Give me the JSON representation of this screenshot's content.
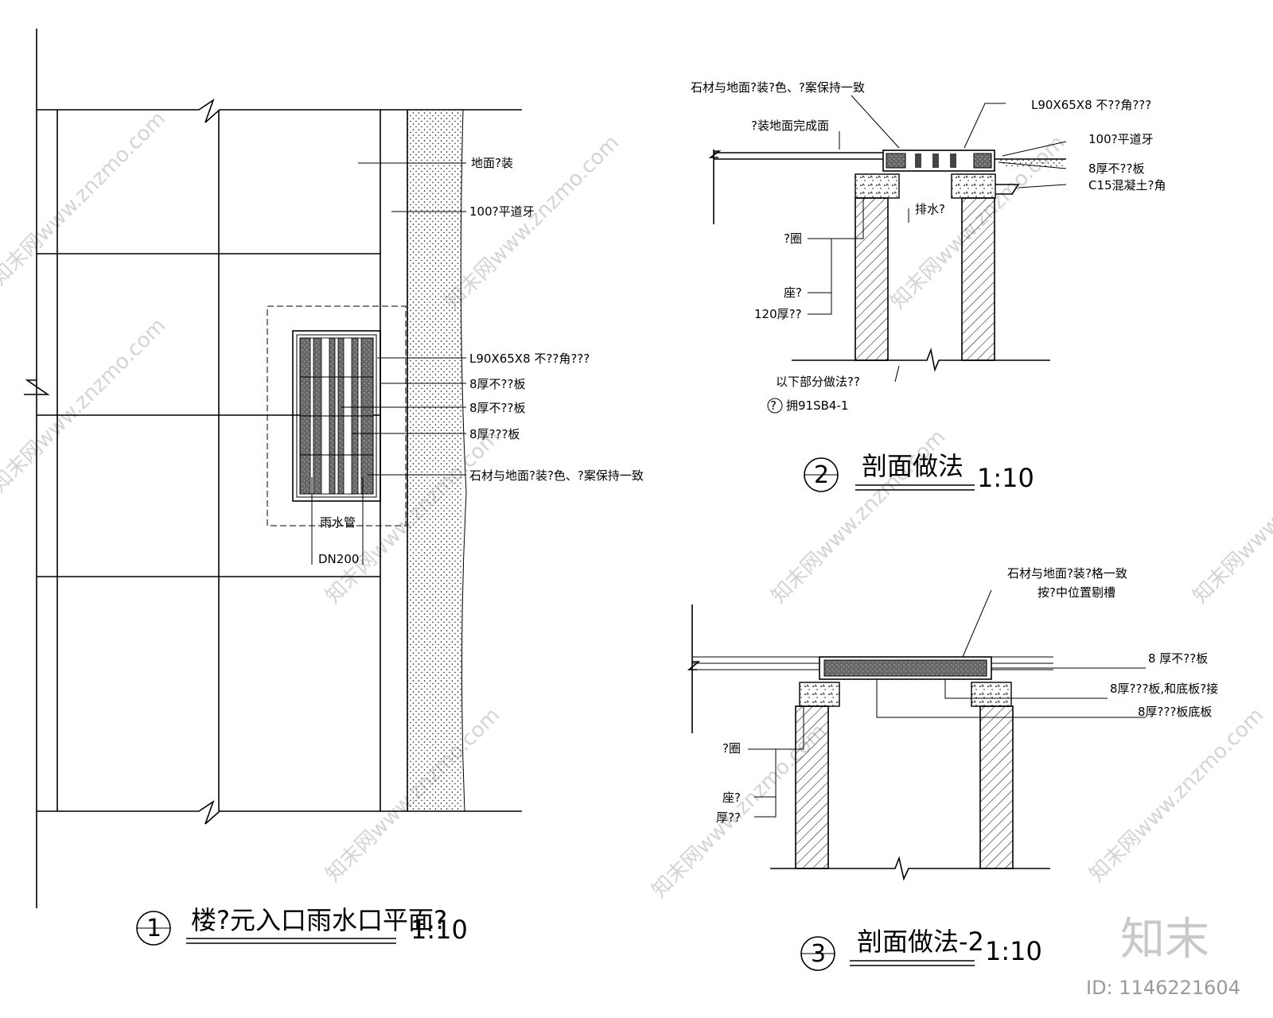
{
  "plan": {
    "labels": {
      "ground_finish": "地面?装",
      "curb": "100?平道牙",
      "angle_steel": "L90X65X8 不??角???",
      "plate1": "8厚不??板",
      "plate2": "8厚不??板",
      "plate3": "8厚???板",
      "stone": "石材与地面?装?色、?案保持一致",
      "pipe": "雨水管",
      "pipe_size": "DN200"
    },
    "title_num": "1",
    "title": "楼?元入口雨水口平面?",
    "scale": "1:10"
  },
  "section1": {
    "labels": {
      "stone": "石材与地面?装?色、?案保持一致",
      "angle": "L90X65X8 不??角???",
      "finish": "?装地面完成面",
      "curb": "100?平道牙",
      "plate": "8厚不??板",
      "concrete": "C15混凝土?角",
      "drain": "排水?",
      "ring": "?圈",
      "seat": "座?",
      "thick": "120厚??",
      "below": "以下部分做法??",
      "ref": "?",
      "ref_code": "拥91SB4-1"
    },
    "title_num": "2",
    "title": "剖面做法",
    "scale": "1:10"
  },
  "section2": {
    "labels": {
      "stone1": "石材与地面?装?格一致",
      "stone2": "按?中位置剔槽",
      "plate_a": "8 厚不??板",
      "plate_b": "8厚???板,和底板?接",
      "plate_c": "8厚???板底板",
      "ring": "?圈",
      "seat": "座?",
      "thick": "厚??"
    },
    "title_num": "3",
    "title": "剖面做法-2",
    "scale": "1:10"
  },
  "watermark": {
    "text": "知末网www.znzmo.com",
    "brand": "知末",
    "id": "ID: 1146221604"
  }
}
